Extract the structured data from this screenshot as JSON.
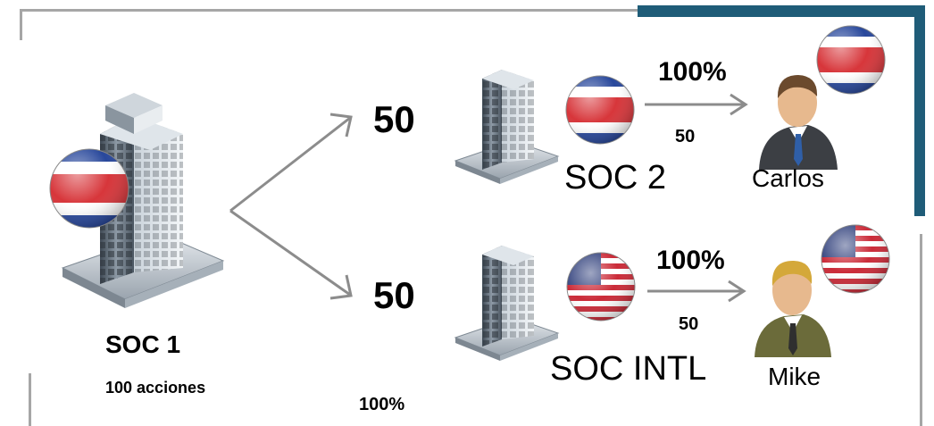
{
  "colors": {
    "frame": "#a6a6a6",
    "accent_bar": "#1f5c78",
    "arrow": "#8c8c8c",
    "cr_blue": "#1d3e96",
    "cr_red": "#d52b30",
    "us_blue": "#2a3a78",
    "us_red": "#c8202e"
  },
  "nodes": {
    "soc1": {
      "name": "SOC 1",
      "subtitle": "100 acciones",
      "flag": "costa-rica-flag-icon"
    },
    "soc2": {
      "name": "SOC 2",
      "flag": "costa-rica-flag-icon"
    },
    "socintl": {
      "name": "SOC INTL",
      "flag": "usa-flag-icon"
    },
    "carlos": {
      "name": "Carlos",
      "flag": "costa-rica-flag-icon"
    },
    "mike": {
      "name": "Mike",
      "flag": "usa-flag-icon"
    }
  },
  "edges": {
    "soc1_to_soc2": {
      "value": "50"
    },
    "soc1_to_socintl": {
      "value": "50"
    },
    "soc2_to_carlos": {
      "percent": "100%",
      "shares": "50"
    },
    "socintl_to_mike": {
      "percent": "100%",
      "shares": "50"
    }
  },
  "footer": {
    "percent": "100%"
  }
}
